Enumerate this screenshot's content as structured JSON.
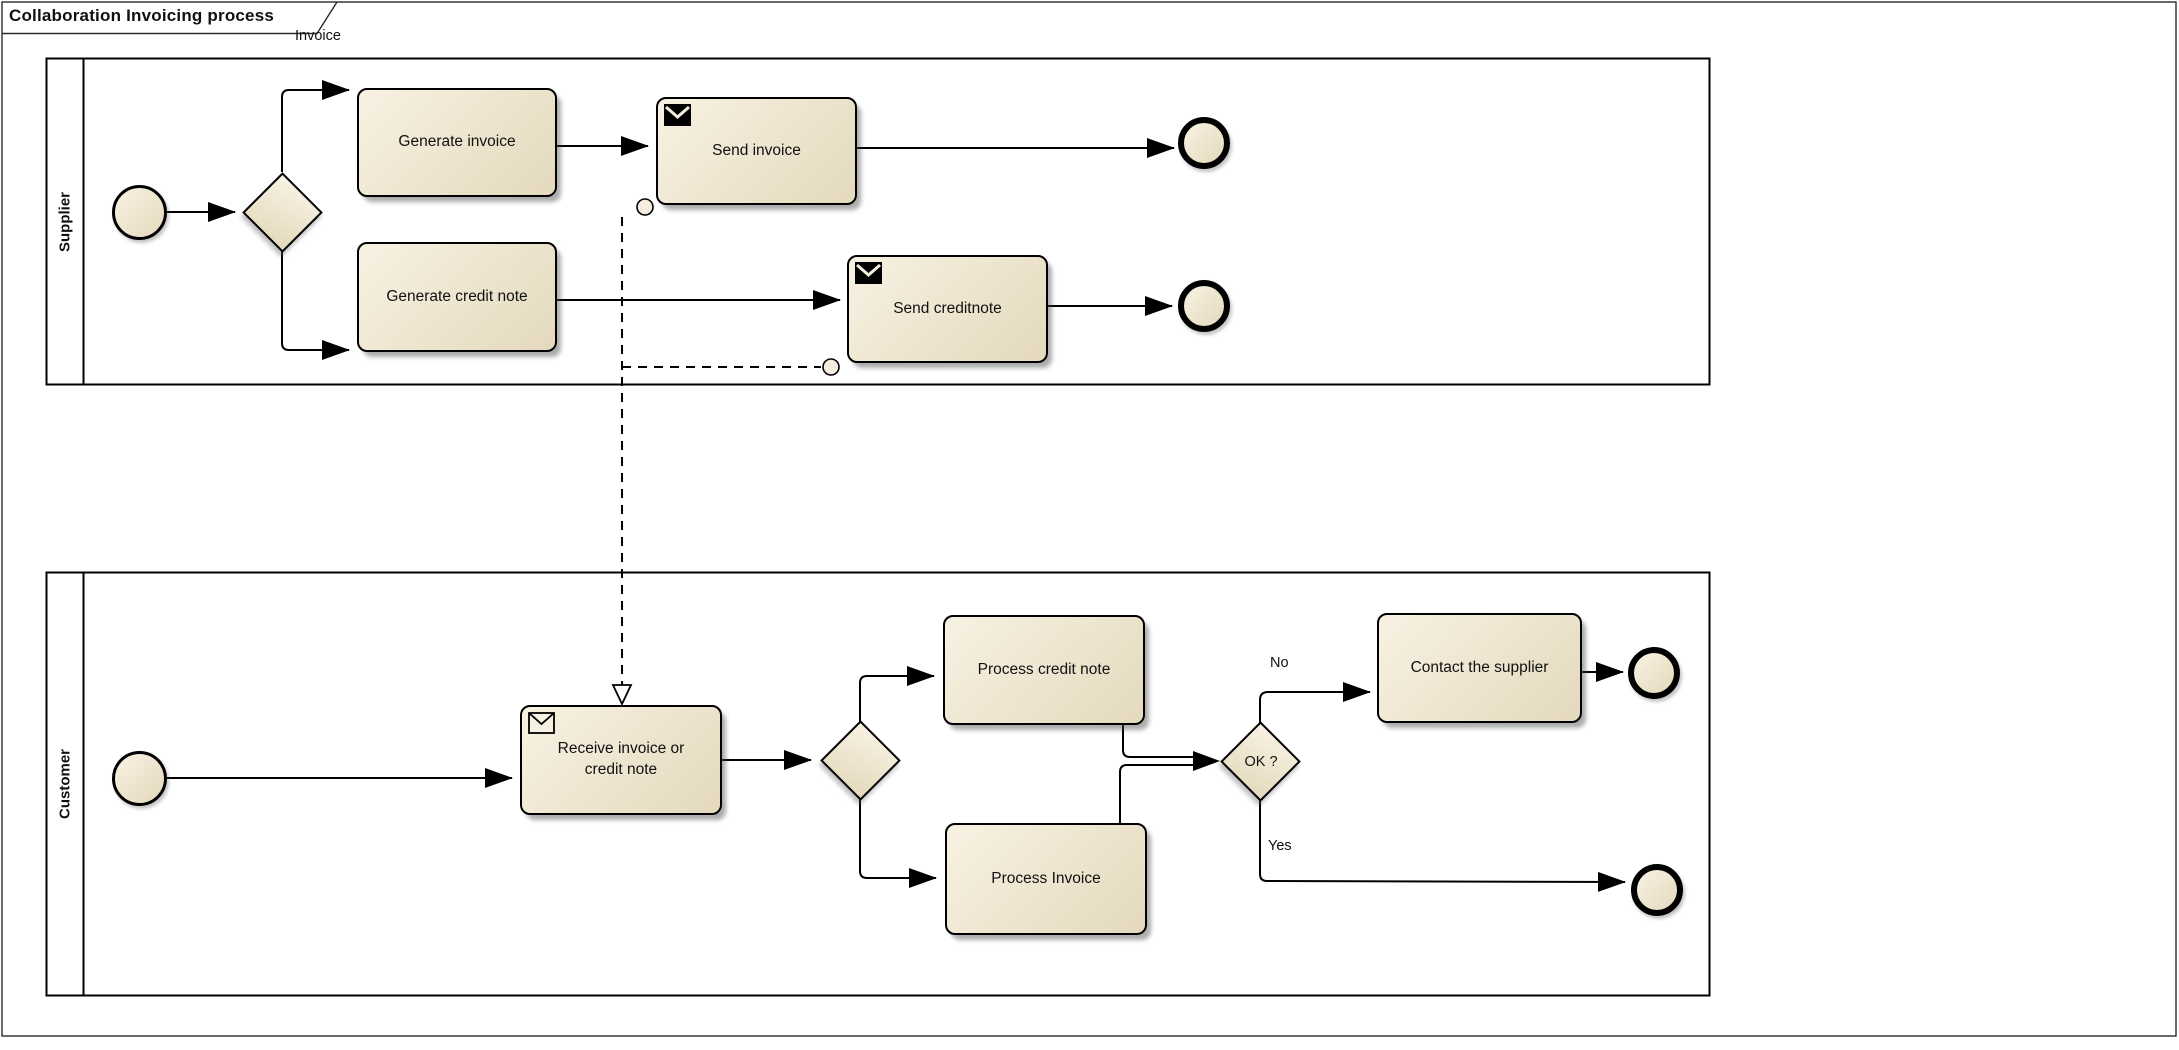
{
  "frame": {
    "title": "Collaboration Invoicing process",
    "label": "Invoice"
  },
  "lanes": {
    "supplier": "Supplier",
    "customer": "Customer"
  },
  "nodes": {
    "generate_invoice": "Generate invoice",
    "send_invoice": "Send invoice",
    "generate_credit_note": "Generate credit note",
    "send_creditnote": "Send creditnote",
    "receive_line1": "Receive invoice or",
    "receive_line2": "credit note",
    "process_credit_note": "Process credit note",
    "process_invoice": "Process Invoice",
    "contact_supplier": "Contact the supplier",
    "ok_gateway": "OK ?"
  },
  "edge_labels": {
    "no": "No",
    "yes": "Yes"
  },
  "colors": {
    "node_fill_light": "#f8f2e3",
    "node_fill_dark": "#e4d9bd",
    "stroke": "#000000",
    "frame_stroke": "#2b2b2b"
  }
}
